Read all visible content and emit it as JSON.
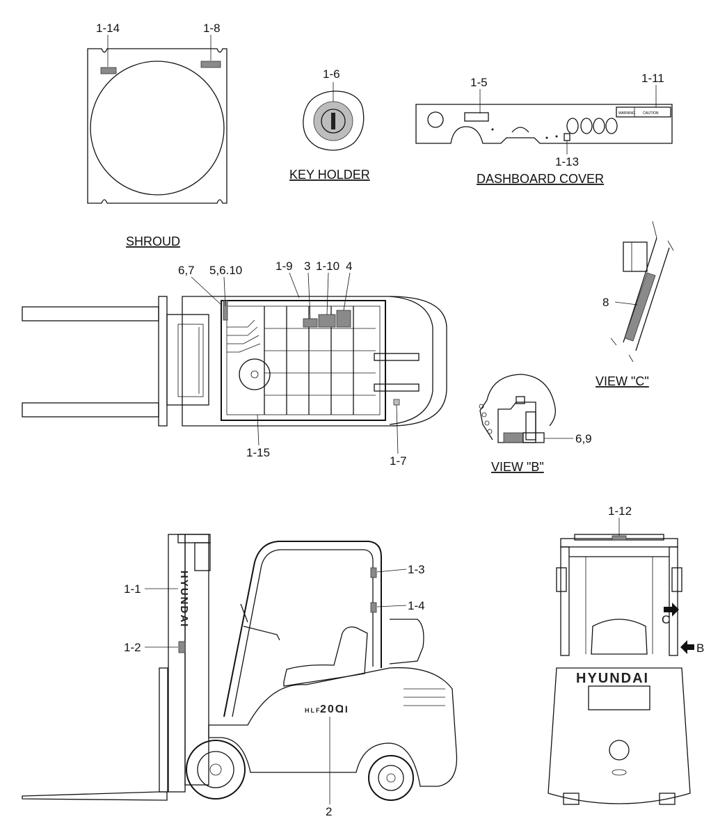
{
  "captions": {
    "shroud": "SHROUD",
    "key_holder": "KEY HOLDER",
    "dashboard_cover": "DASHBOARD COVER",
    "view_b": "VIEW \"B\"",
    "view_c": "VIEW \"C\""
  },
  "callouts": {
    "c_1_14": "1-14",
    "c_1_8": "1-8",
    "c_1_6": "1-6",
    "c_1_5": "1-5",
    "c_1_11": "1-11",
    "c_1_13": "1-13",
    "c_6_7": "6,7",
    "c_5_6_10": "5,6.10",
    "c_1_9": "1-9",
    "c_3": "3",
    "c_1_10": "1-10",
    "c_4": "4",
    "c_1_15": "1-15",
    "c_1_7": "1-7",
    "c_8": "8",
    "c_6_9": "6,9",
    "c_1_1": "1-1",
    "c_1_2": "1-2",
    "c_1_3": "1-3",
    "c_1_4": "1-4",
    "c_2": "2",
    "c_1_12": "1-12",
    "c_c": "C",
    "c_b": "B"
  },
  "brand": {
    "mast_logo": "HYUNDAI",
    "rear_logo": "HYUNDAI",
    "model_badge": "20C",
    "model_suffix": "II",
    "model_prefix": "HLF"
  },
  "dashboard": {
    "warning_text": "WARNING",
    "caution_text": "CAUTION"
  }
}
